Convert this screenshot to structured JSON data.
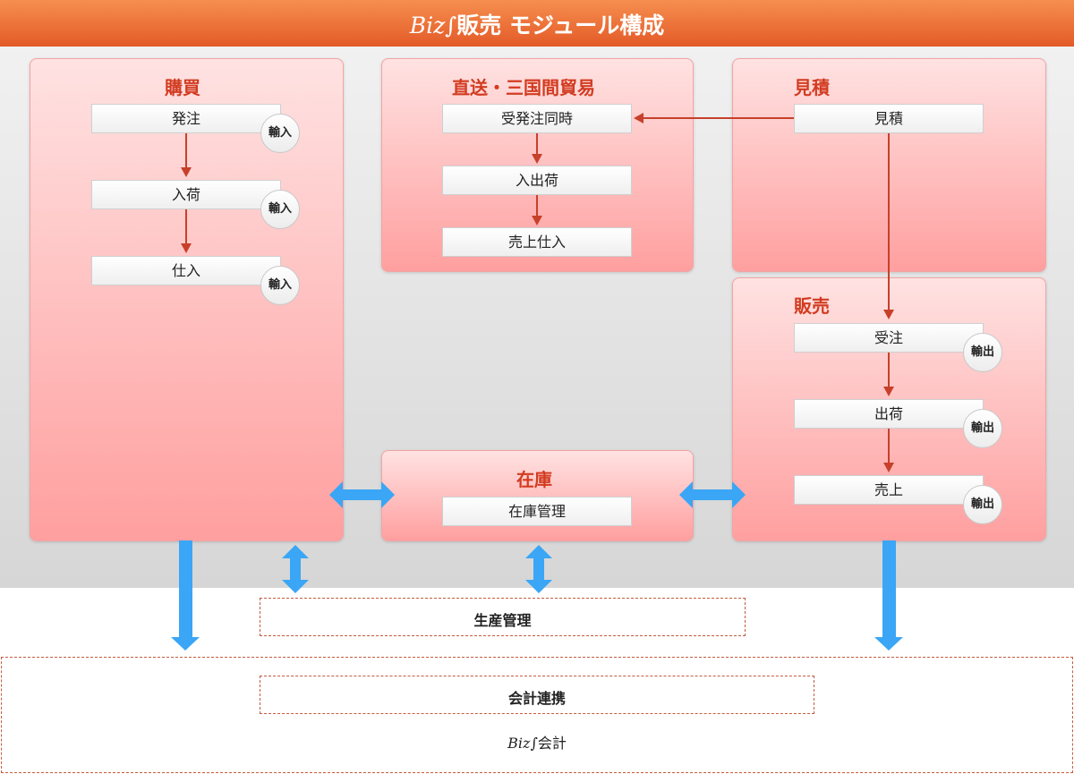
{
  "header": {
    "logo": "Biz∫",
    "title": "販売 モジュール構成"
  },
  "purchase": {
    "title": "購買",
    "steps": [
      {
        "label": "発注",
        "badge": "輸入"
      },
      {
        "label": "入荷",
        "badge": "輸入"
      },
      {
        "label": "仕入",
        "badge": "輸入"
      }
    ]
  },
  "direct": {
    "title": "直送・三国間貿易",
    "steps": [
      "受発注同時",
      "入出荷",
      "売上仕入"
    ]
  },
  "estimate": {
    "title": "見積",
    "step": "見積"
  },
  "sales": {
    "title": "販売",
    "steps": [
      {
        "label": "受注",
        "badge": "輸出"
      },
      {
        "label": "出荷",
        "badge": "輸出"
      },
      {
        "label": "売上",
        "badge": "輸出"
      }
    ]
  },
  "inventory": {
    "title": "在庫",
    "step": "在庫管理"
  },
  "production": {
    "label": "生産管理"
  },
  "accounting": {
    "label": "会計連携",
    "product_logo": "Biz∫",
    "product_name": "会計"
  },
  "colors": {
    "header": "#e8642f",
    "accent_red": "#d23b20",
    "arrow_blue": "#3aa6f5",
    "arrow_red": "#c7402a"
  }
}
